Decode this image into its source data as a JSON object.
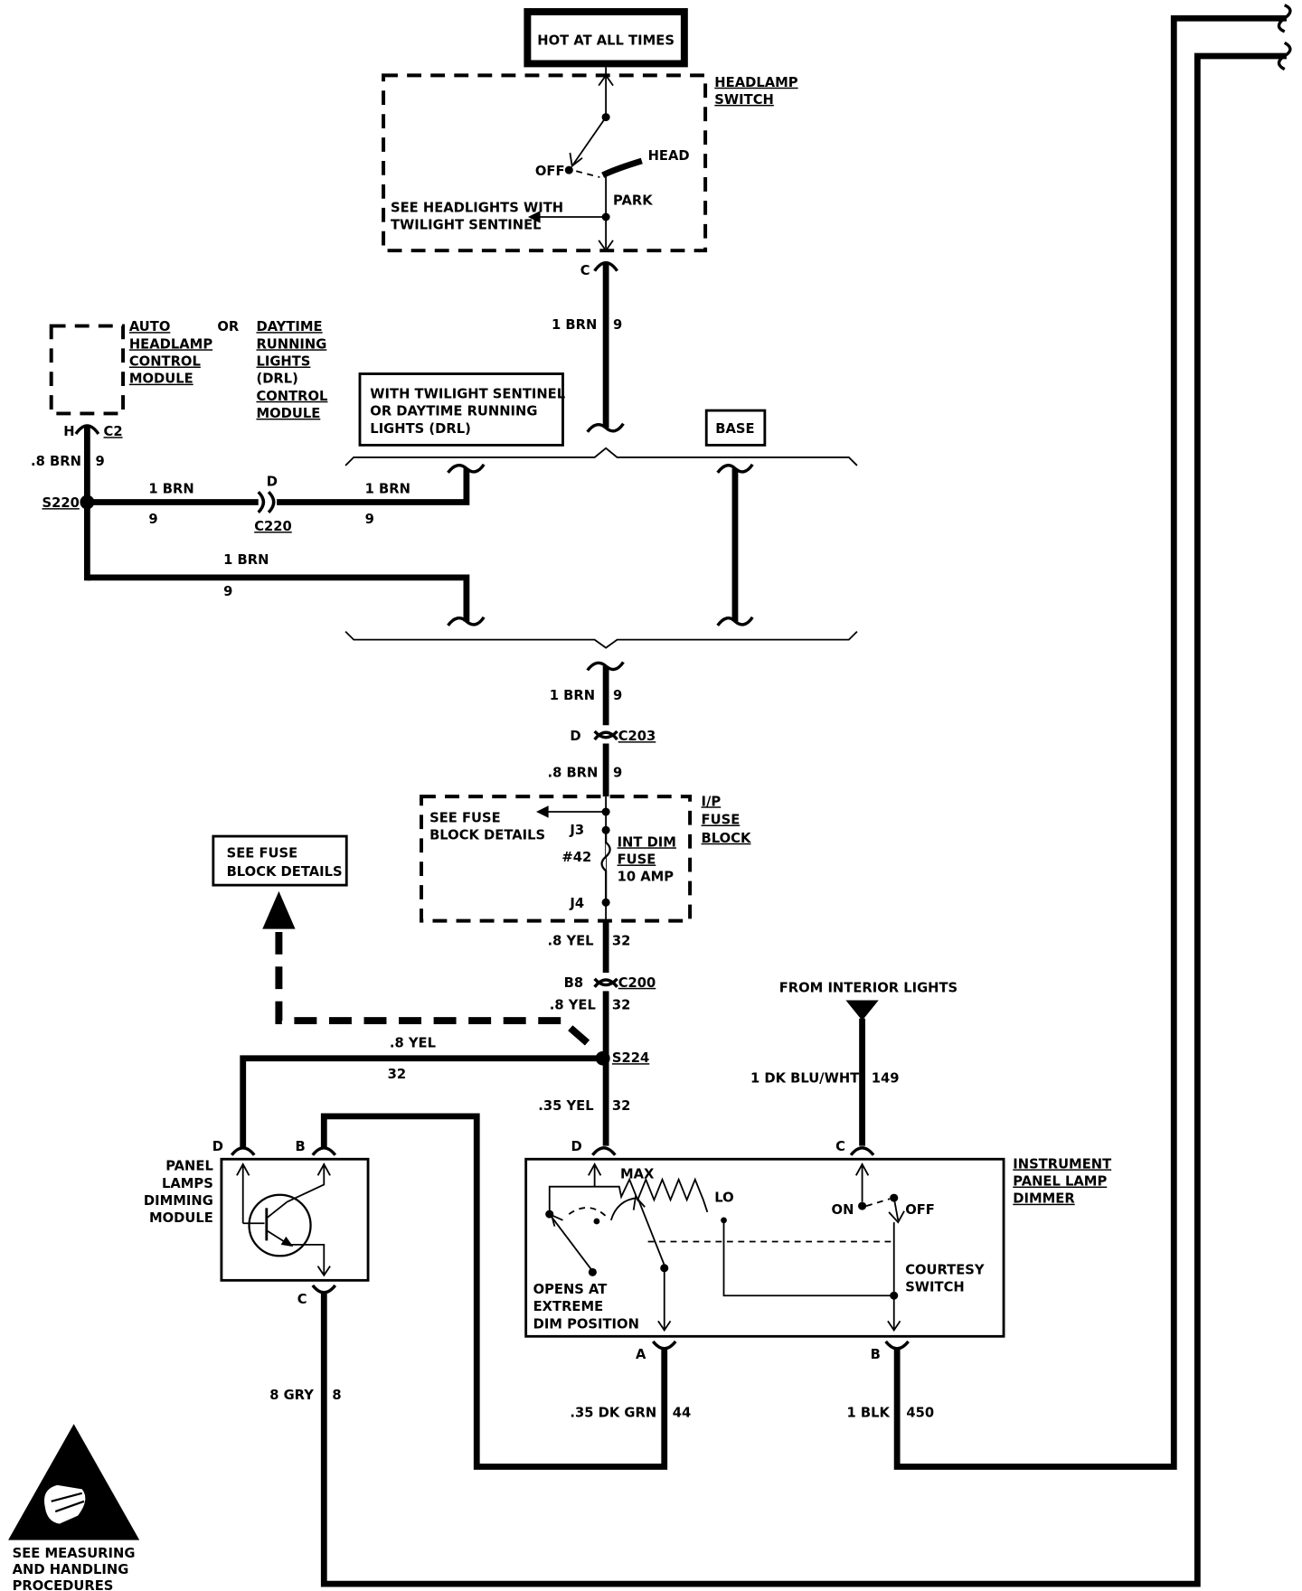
{
  "top_box": {
    "label": "HOT AT ALL TIMES"
  },
  "headlamp_switch": {
    "title_line1": "HEADLAMP",
    "title_line2": "SWITCH",
    "off_label": "OFF",
    "head_label": "HEAD",
    "park_label": "PARK",
    "note_line1": "SEE HEADLIGHTS WITH",
    "note_line2": "TWILIGHT SENTINEL",
    "connector_pin": "C"
  },
  "wire_top": {
    "gauge_color": "1 BRN",
    "circuit": "9"
  },
  "auto_headlamp": {
    "line1": "AUTO",
    "line2": "HEADLAMP",
    "line3": "CONTROL",
    "line4": "MODULE",
    "or_label": "OR",
    "pin": "H",
    "connector": "C2"
  },
  "drl_module": {
    "line1": "DAYTIME",
    "line2": "RUNNING",
    "line3": "LIGHTS",
    "line4": "(DRL)",
    "line5": "CONTROL",
    "line6": "MODULE"
  },
  "twilight_box": {
    "line1": "WITH TWILIGHT SENTINEL",
    "line2": "OR DAYTIME RUNNING",
    "line3": "LIGHTS (DRL)"
  },
  "base_box": {
    "label": "BASE"
  },
  "wire_left_vert": {
    "gauge_color": ".8 BRN",
    "circuit": "9"
  },
  "splice_s220": {
    "label": "S220"
  },
  "wire_s220_c220": {
    "gauge_color": "1 BRN",
    "circuit": "9"
  },
  "connector_c220": {
    "pin": "D",
    "label": "C220"
  },
  "wire_c220_right": {
    "gauge_color": "1 BRN",
    "circuit": "9"
  },
  "wire_lower_brn": {
    "gauge_color": "1 BRN",
    "circuit": "9"
  },
  "wire_below_options": {
    "gauge_color": "1 BRN",
    "circuit": "9"
  },
  "connector_c203": {
    "pin": "D",
    "label": "C203"
  },
  "wire_c203_fuse": {
    "gauge_color": ".8 BRN",
    "circuit": "9"
  },
  "fuse_block": {
    "note_line1": "SEE FUSE",
    "note_line2": "BLOCK DETAILS",
    "j3": "J3",
    "j4": "J4",
    "fuse_number": "#42",
    "fuse_line1": "INT DIM",
    "fuse_line2": "FUSE",
    "fuse_line3": "10 AMP",
    "title_line1": "I/P",
    "title_line2": "FUSE",
    "title_line3": "BLOCK"
  },
  "wire_fuse_c200": {
    "gauge_color": ".8 YEL",
    "circuit": "32"
  },
  "connector_c200": {
    "pin": "B8",
    "label": "C200"
  },
  "wire_c200_s224": {
    "gauge_color": ".8 YEL",
    "circuit": "32"
  },
  "see_fuse_box": {
    "line1": "SEE FUSE",
    "line2": "BLOCK DETAILS"
  },
  "splice_s224": {
    "label": "S224"
  },
  "wire_s224_left": {
    "gauge_color": ".8 YEL",
    "circuit": "32"
  },
  "wire_s224_dimmer": {
    "gauge_color": ".35 YEL",
    "circuit": "32"
  },
  "interior_lights": {
    "label": "FROM INTERIOR LIGHTS",
    "gauge_color": "1 DK BLU/WHT",
    "circuit": "149"
  },
  "panel_lamps_module": {
    "line1": "PANEL",
    "line2": "LAMPS",
    "line3": "DIMMING",
    "line4": "MODULE",
    "pin_d": "D",
    "pin_b": "B",
    "pin_c": "C"
  },
  "dimmer": {
    "title_line1": "INSTRUMENT",
    "title_line2": "PANEL LAMP",
    "title_line3": "DIMMER",
    "max_label": "MAX",
    "lo_label": "LO",
    "on_label": "ON",
    "off_label": "OFF",
    "courtesy_line1": "COURTESY",
    "courtesy_line2": "SWITCH",
    "opens_line1": "OPENS AT",
    "opens_line2": "EXTREME",
    "opens_line3": "DIM POSITION",
    "pin_d": "D",
    "pin_c": "C",
    "pin_a": "A",
    "pin_b": "B"
  },
  "wire_gry": {
    "gauge_color": "8 GRY",
    "circuit": "8"
  },
  "wire_grn": {
    "gauge_color": ".35 DK GRN",
    "circuit": "44"
  },
  "wire_blk": {
    "gauge_color": "1 BLK",
    "circuit": "450"
  },
  "esd_notice": {
    "line1": "SEE MEASURING",
    "line2": "AND HANDLING",
    "line3": "PROCEDURES"
  }
}
